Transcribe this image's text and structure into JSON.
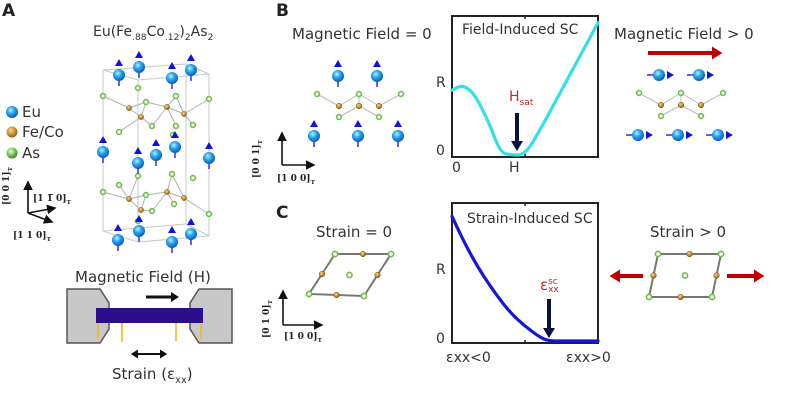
{
  "panels": {
    "a": {
      "letter": "A",
      "formula": {
        "base1": "Eu(Fe",
        "sub1": ".88",
        "base2": "Co",
        "sub2": ".12",
        "base3": ")",
        "sub3": "2",
        "base4": "As",
        "sub4": "2"
      },
      "legend": [
        {
          "label": "Eu",
          "color": "#1e90ff"
        },
        {
          "label": "Fe/Co",
          "color": "#c8902a"
        },
        {
          "label": "As",
          "color": "#6cc04a"
        }
      ],
      "axes": {
        "up": "[0 0 1]",
        "right": "[1 1̅ 0]",
        "diag": "[1 1 0]",
        "sub": "T"
      },
      "device": {
        "field_label": "Magnetic Field (H)",
        "strain_label": "Strain (ε",
        "strain_sub": "xx",
        "strain_close": ")"
      }
    },
    "b": {
      "letter": "B",
      "left_title": "Magnetic Field = 0",
      "right_title": "Magnetic Field > 0",
      "axes": {
        "up": "[0 0 1]",
        "right": "[1 0 0]",
        "sub": "T"
      }
    },
    "c": {
      "letter": "C",
      "left_title": "Strain = 0",
      "right_title": "Strain > 0",
      "axes": {
        "up": "[0 1 0]",
        "right": "[1 0 0]",
        "sub": "T"
      }
    }
  },
  "colors": {
    "eu": "#1e90ff",
    "fe": "#c8902a",
    "as": "#6cc04a",
    "spin": "#1010e0",
    "accent_red": "#c00000",
    "field_curve": "#33e0e8",
    "strain_curve": "#1414e0",
    "sample": "#2a0e8c"
  },
  "chart_data": [
    {
      "type": "line",
      "title": "Field-Induced SC",
      "xlabel": "H",
      "ylabel": "R",
      "x_tick_labels": [
        "0",
        "H"
      ],
      "y_tick_labels": [
        "0",
        "R"
      ],
      "annotation": {
        "base": "H",
        "sub": "sat"
      },
      "series": [
        {
          "name": "R(H)",
          "x": [
            0,
            0.07,
            0.15,
            0.25,
            0.33,
            0.4,
            0.5,
            0.6,
            0.7,
            0.8,
            0.9,
            1.0
          ],
          "y": [
            0.48,
            0.52,
            0.46,
            0.25,
            0.02,
            0.0,
            0.0,
            0.18,
            0.38,
            0.58,
            0.78,
            0.98
          ]
        }
      ],
      "xlim": [
        0,
        1
      ],
      "ylim": [
        0,
        1
      ],
      "grid": false
    },
    {
      "type": "line",
      "title": "Strain-Induced SC",
      "xlabel": "εxx",
      "ylabel": "R",
      "x_tick_labels": [
        "εxx<0",
        "εxx>0"
      ],
      "y_tick_labels": [
        "0",
        "R"
      ],
      "annotation": {
        "base": "ε",
        "sup": "sc",
        "sub": "xx"
      },
      "series": [
        {
          "name": "R(εxx)",
          "x": [
            0,
            0.1,
            0.2,
            0.3,
            0.4,
            0.5,
            0.6,
            0.65,
            0.7,
            0.8,
            0.9,
            1.0
          ],
          "y": [
            0.93,
            0.7,
            0.51,
            0.35,
            0.21,
            0.11,
            0.03,
            0.005,
            0.0,
            0.0,
            0.0,
            0.0
          ]
        }
      ],
      "xlim": [
        0,
        1
      ],
      "ylim": [
        0,
        1
      ],
      "grid": false
    }
  ]
}
